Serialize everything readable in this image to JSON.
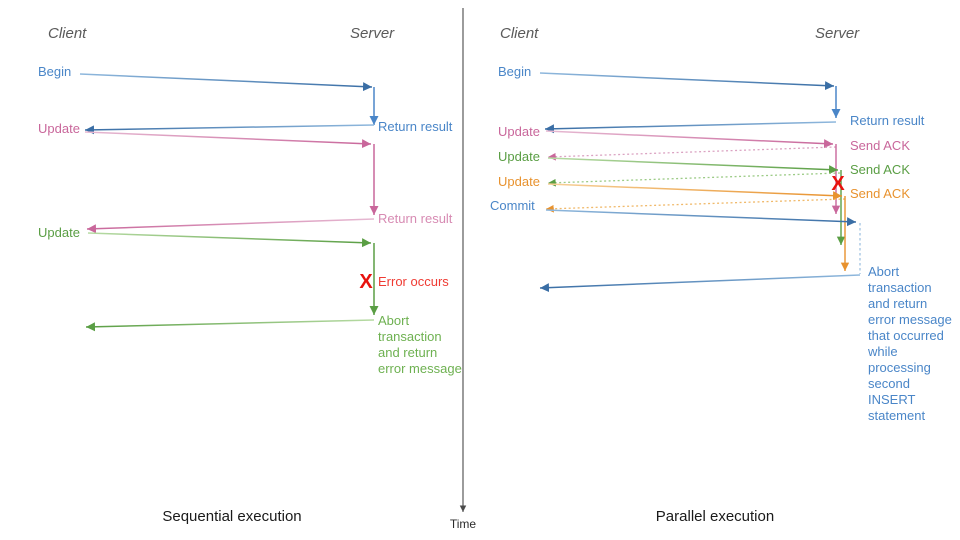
{
  "figure": {
    "title_left": "Sequential execution",
    "title_right": "Parallel execution",
    "time_axis_label": "Time"
  },
  "colors": {
    "blue": "#4a86c8",
    "blue_dark": "#3a6ea5",
    "pink": "#c9679b",
    "pink_light": "#dba3c2",
    "green": "#5a9e44",
    "green_light": "#9ccb86",
    "orange": "#e8922e",
    "orange_light": "#f0b96a",
    "red": "#e8120e",
    "red_text": "#ef3b33",
    "actor_gray": "#5a5a5a",
    "caption_black": "#1a1a1a"
  },
  "left_panel": {
    "name": "Sequential execution",
    "actors": {
      "client": "Client",
      "server": "Server"
    },
    "messages": [
      {
        "id": "begin",
        "label": "Begin",
        "color": "blue",
        "side": "client"
      },
      {
        "id": "return1",
        "label": "Return result",
        "color": "blue",
        "side": "server"
      },
      {
        "id": "update1",
        "label": "Update",
        "color": "pink",
        "side": "client"
      },
      {
        "id": "return2",
        "label": "Return result",
        "color": "pink",
        "side": "server"
      },
      {
        "id": "update2",
        "label": "Update",
        "color": "green",
        "side": "client"
      }
    ],
    "error": {
      "marker": "X",
      "label": "Error occurs"
    },
    "note": {
      "color": "green",
      "lines": [
        "Abort",
        "transaction",
        "and return",
        "error message"
      ]
    }
  },
  "right_panel": {
    "name": "Parallel execution",
    "actors": {
      "client": "Client",
      "server": "Server"
    },
    "messages": [
      {
        "id": "begin",
        "label": "Begin",
        "color": "blue",
        "side": "client"
      },
      {
        "id": "return1",
        "label": "Return result",
        "color": "blue",
        "side": "server"
      },
      {
        "id": "update1",
        "label": "Update",
        "color": "pink",
        "side": "client"
      },
      {
        "id": "ack1",
        "label": "Send ACK",
        "color": "pink",
        "side": "server"
      },
      {
        "id": "update2",
        "label": "Update",
        "color": "green",
        "side": "client"
      },
      {
        "id": "ack2",
        "label": "Send ACK",
        "color": "green",
        "side": "server"
      },
      {
        "id": "update3",
        "label": "Update",
        "color": "orange",
        "side": "client"
      },
      {
        "id": "ack3",
        "label": "Send ACK",
        "color": "orange",
        "side": "server"
      },
      {
        "id": "commit",
        "label": "Commit",
        "color": "blue",
        "side": "client"
      }
    ],
    "error": {
      "marker": "X",
      "label": ""
    },
    "note": {
      "color": "blue",
      "lines": [
        "Abort",
        "transaction",
        "and return",
        "error message",
        "that occurred",
        "while",
        "processing",
        "second",
        "INSERT",
        "statement"
      ]
    }
  }
}
